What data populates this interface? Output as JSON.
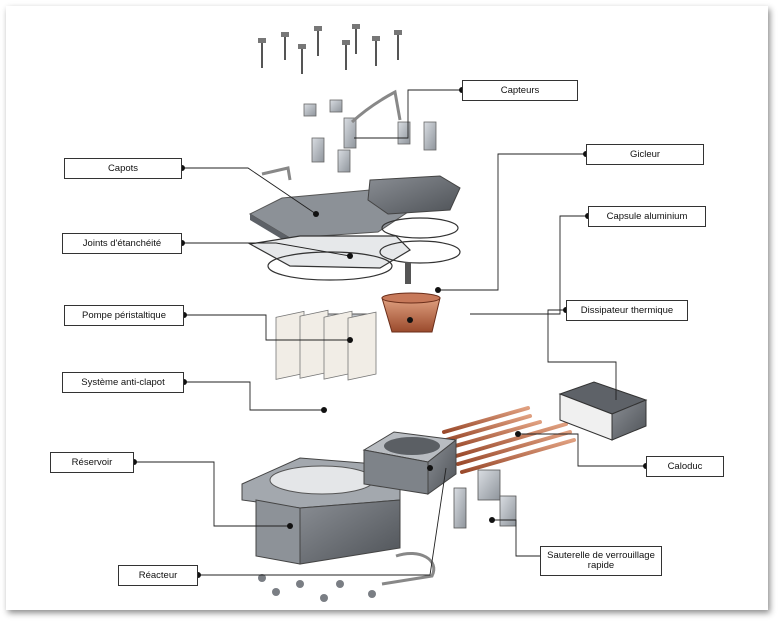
{
  "labels": {
    "capteurs": "Capteurs",
    "capots": "Capots",
    "gicleur": "Gicleur",
    "capsule": "Capsule aluminium",
    "joints": "Joints d'étanchéité",
    "pompe": "Pompe péristaltique",
    "dissipateur": "Dissipateur thermique",
    "anticlapot": "Système anti-clapot",
    "reservoir": "Réservoir",
    "caloduc": "Caloduc",
    "sauterelle": "Sauterelle de verrouillage rapide",
    "reacteur": "Réacteur"
  }
}
